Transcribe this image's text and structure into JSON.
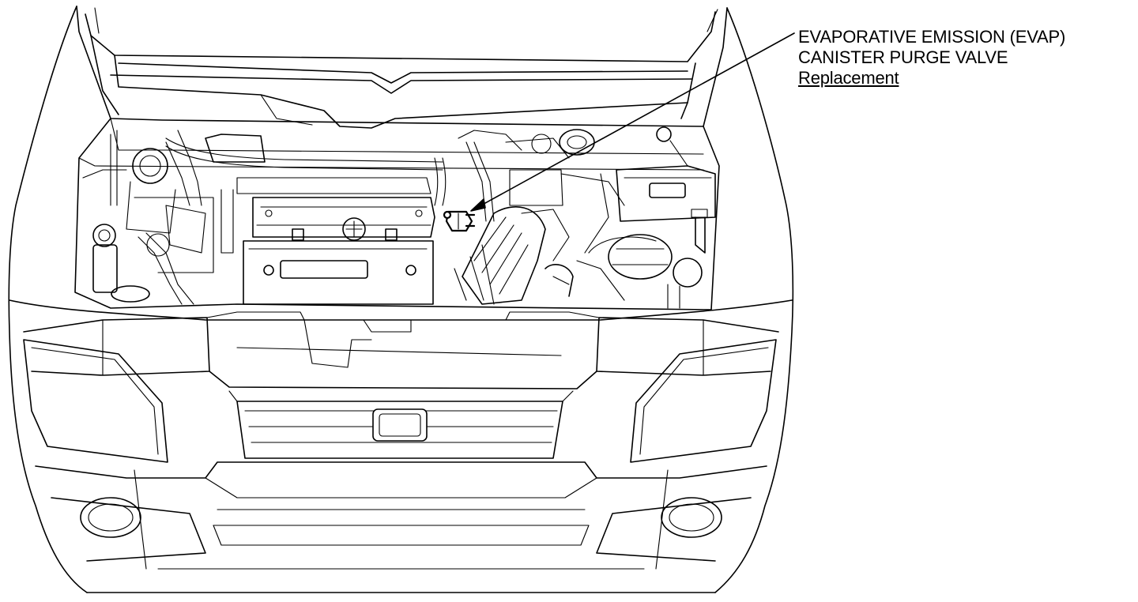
{
  "callout": {
    "line1": "EVAPORATIVE EMISSION (EVAP)",
    "line2": "CANISTER PURGE VALVE",
    "link": "Replacement"
  }
}
